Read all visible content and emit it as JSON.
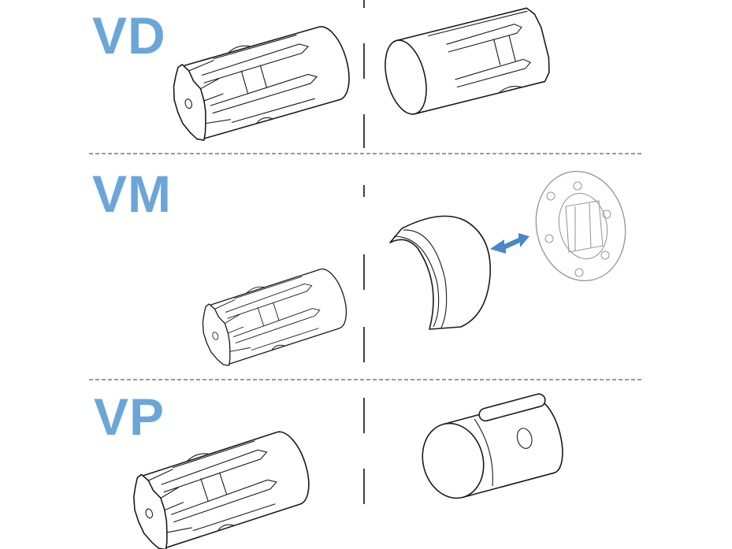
{
  "sections": [
    {
      "label": "VD"
    },
    {
      "label": "VM"
    },
    {
      "label": "VP"
    }
  ],
  "colors": {
    "label": "#6aa6d8",
    "arrow": "#4a86c8"
  }
}
